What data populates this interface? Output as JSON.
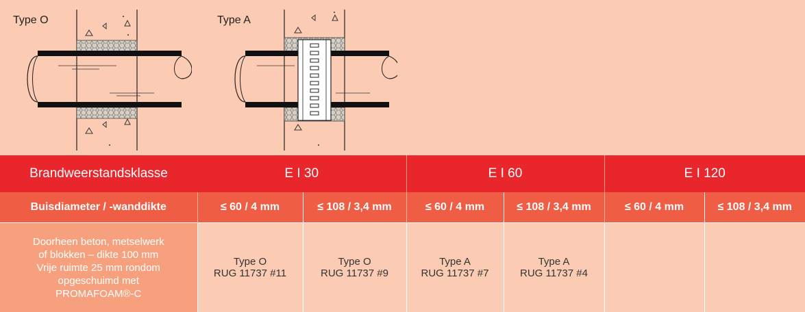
{
  "diagrams": [
    {
      "label": "Type O"
    },
    {
      "label": "Type A"
    }
  ],
  "table": {
    "header_label": "Brandweerstandsklasse",
    "classes": [
      "E I 30",
      "E I 60",
      "E I 120"
    ],
    "diameter_label": "Buisdiameter / -wanddikte",
    "diameters": [
      "≤ 60 / 4 mm",
      "≤ 108 / 3,4 mm",
      "≤ 60 / 4 mm",
      "≤ 108 / 3,4 mm",
      "≤ 60 / 4 mm",
      "≤ 108 / 3,4 mm"
    ],
    "row_label": "Doorheen beton, metselwerk\nof blokken – dikte 100 mm\nVrije ruimte 25 mm rondom\nopgeschuimd met\nPROMAFOAM®-C",
    "cells": [
      "Type O\nRUG 11737 #11",
      "Type O\nRUG 11737 #9",
      "Type A\nRUG 11737 #7",
      "Type A\nRUG 11737 #4",
      "",
      ""
    ]
  },
  "colors": {
    "background": "#fbcbb3",
    "header_red": "#e8262c",
    "subheader_orange": "#f05d45",
    "label_cell": "#f6a07e"
  }
}
